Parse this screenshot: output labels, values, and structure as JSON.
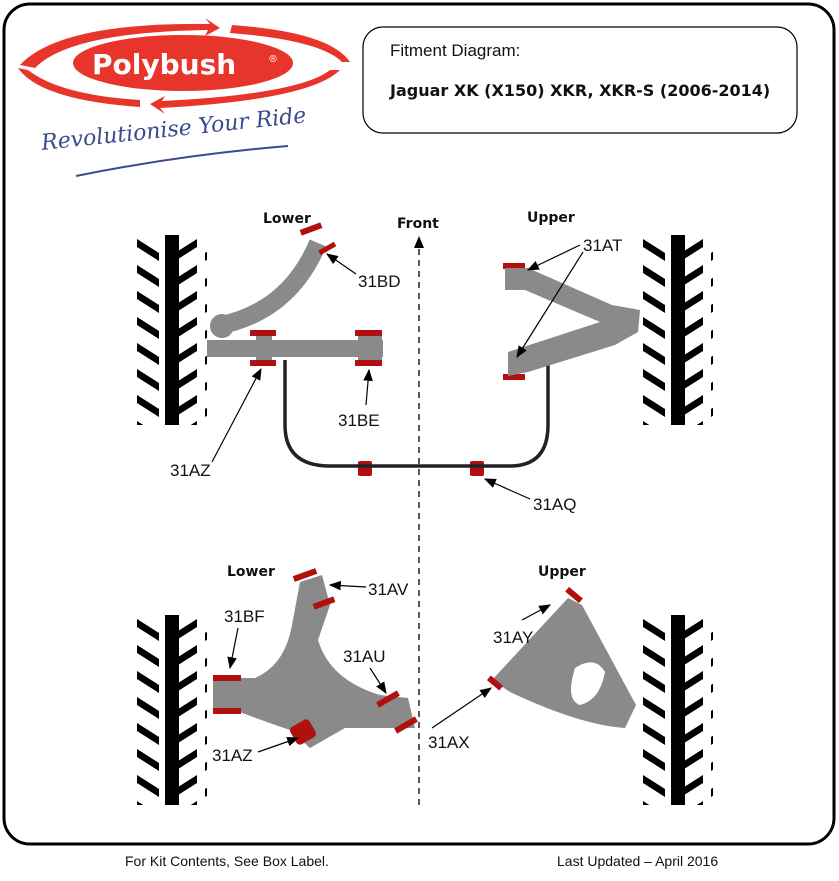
{
  "logo": {
    "brand": "Polybush",
    "registered": "®",
    "tagline": "Revolutionise Your Ride"
  },
  "header": {
    "heading": "Fitment Diagram:",
    "vehicle": "Jaguar XK (X150) XKR, XKR-S (2006-2014)"
  },
  "diagram": {
    "front_label": "Front",
    "rear_section": {
      "lower_label": "Lower",
      "upper_label": "Upper",
      "parts": [
        "31BD",
        "31BE",
        "31AZ",
        "31AQ",
        "31AT"
      ]
    },
    "front_section": {
      "lower_label": "Lower",
      "upper_label": "Upper",
      "parts": [
        "31AV",
        "31BF",
        "31AU",
        "31AZ",
        "31AX",
        "31AY"
      ]
    }
  },
  "colors": {
    "brand_red": "#e8352b",
    "bush_red": "#b01010",
    "arm_gray": "#8a8a8a",
    "tagline_blue": "#3a4a8c"
  },
  "footer": {
    "left": "For Kit Contents, See Box Label.",
    "right": "Last Updated – April 2016"
  }
}
